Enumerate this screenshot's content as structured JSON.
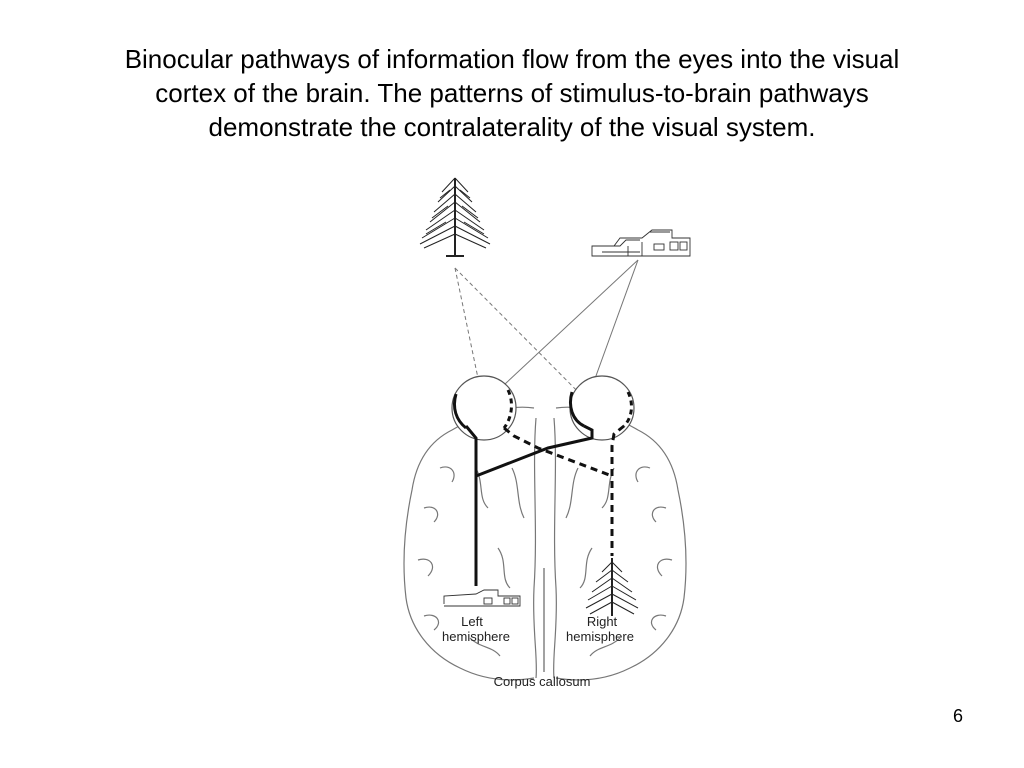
{
  "slide": {
    "title_lines": [
      "Binocular pathways of information flow from the eyes into the visual",
      "cortex of the brain.  The patterns of stimulus-to-brain pathways",
      "demonstrate the contralaterality of the visual system."
    ],
    "page_number": "6"
  },
  "diagram": {
    "labels": {
      "left_hemisphere": [
        "Left",
        "hemisphere"
      ],
      "right_hemisphere": [
        "Right",
        "hemisphere"
      ],
      "corpus_callosum": "Corpus callosum"
    },
    "stimuli": [
      "tree-icon",
      "house-icon"
    ],
    "line_color": "#222222"
  }
}
